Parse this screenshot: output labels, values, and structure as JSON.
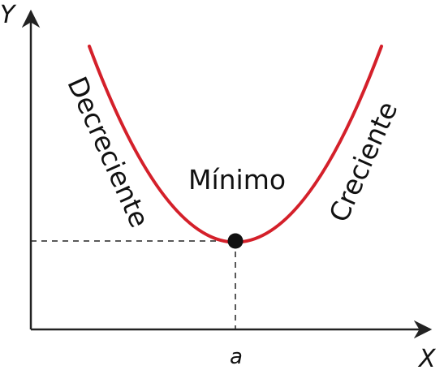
{
  "axes": {
    "y_label": "Y",
    "x_label": "X",
    "tick_label": "a"
  },
  "labels": {
    "decreasing": "Decreciente",
    "minimum": "Mínimo",
    "increasing": "Creciente"
  },
  "colors": {
    "curve": "#d4202a",
    "axis": "#222222",
    "point": "#111111",
    "guides": "#222222"
  }
}
